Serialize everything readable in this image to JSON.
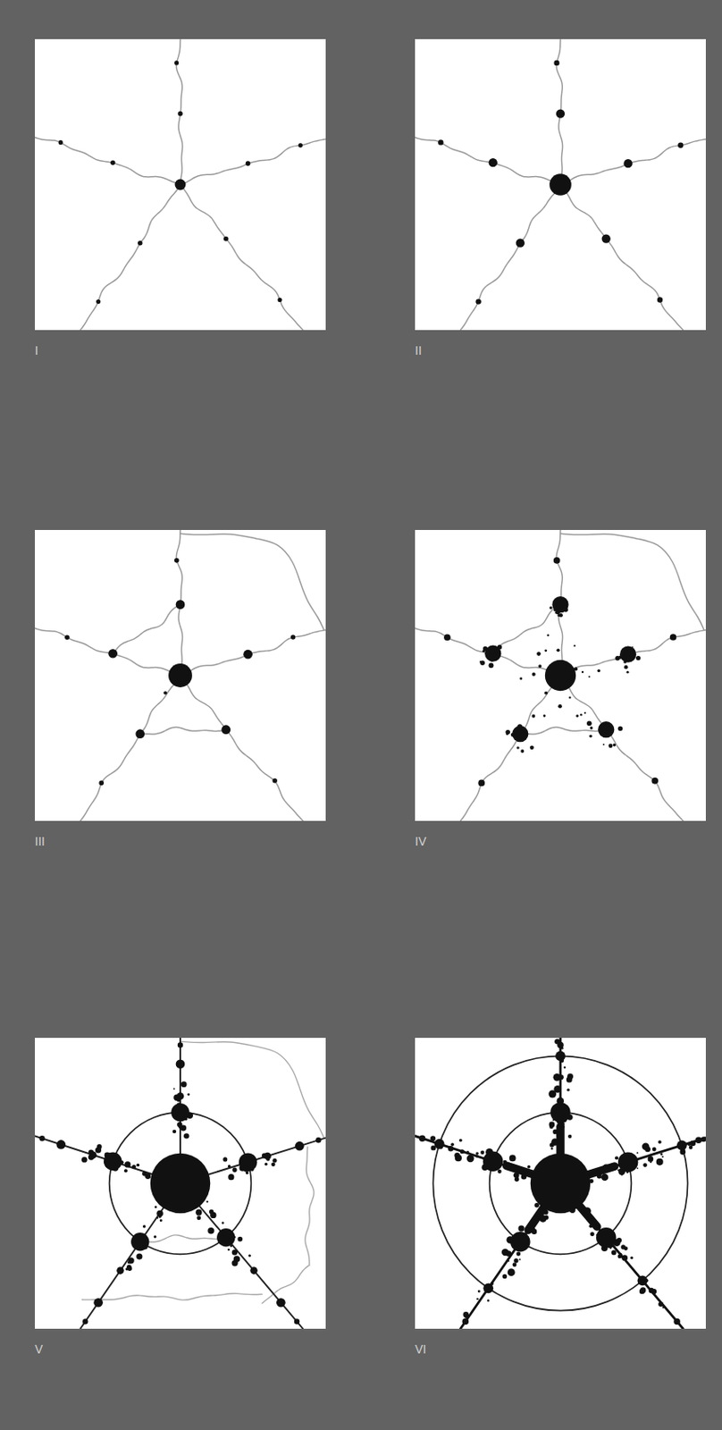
{
  "diagram": {
    "labels": [
      "I",
      "II",
      "III",
      "IV",
      "V",
      "VI"
    ]
  }
}
